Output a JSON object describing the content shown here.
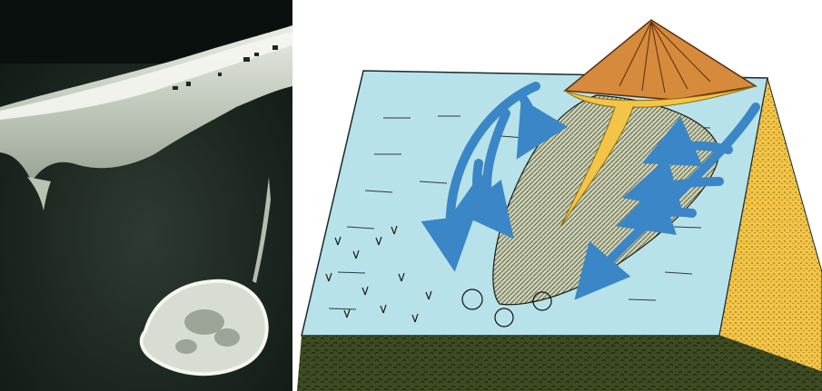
{
  "figure": {
    "left_panel": {
      "kind": "aerial-photograph",
      "subject_icons": [
        "coastline",
        "sand-spit",
        "island",
        "tombolo-bar"
      ]
    },
    "right_panel": {
      "kind": "block-diagram",
      "subject_icons": [
        "volcano-island",
        "sediment-shoal",
        "yellow-sand-bar",
        "current-arrow",
        "eddy-circle",
        "seaweed",
        "sediment-layer",
        "sand-wedge"
      ]
    },
    "colors": {
      "ocean_dark": "#0f1713",
      "shore_light": "#cfd6cc",
      "water_block": "#b8e2ea",
      "arrow_blue": "#3a86c6",
      "volcano_orange": "#d58a3c",
      "sand_yellow": "#f2c447",
      "shoal_grey": "#c9cfb1",
      "ground_green": "#3e4b21"
    }
  }
}
